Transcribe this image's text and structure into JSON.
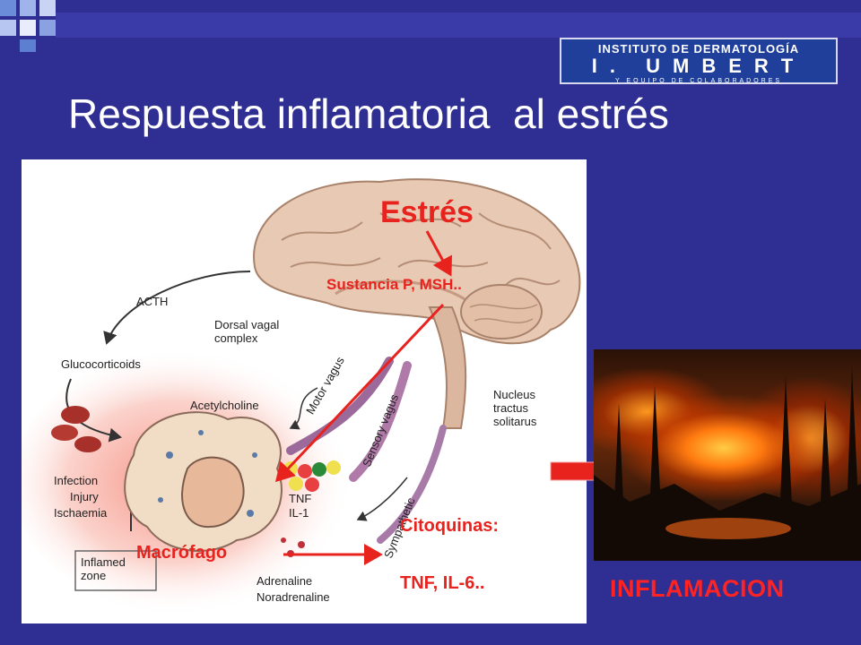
{
  "slide": {
    "title": "Respuesta inflamatoria  al estrés",
    "logo": {
      "line1": "INSTITUTO DE DERMATOLOGÍA",
      "line2": "I. UMBERT",
      "line3": "Y EQUIPO DE COLABORADORES"
    }
  },
  "diagram": {
    "labels": {
      "acth": "ACTH",
      "dorsal_vagal_complex": "Dorsal vagal complex",
      "glucocorticoids": "Glucocorticoids",
      "acetylcholine": "Acetylcholine",
      "motor_vagus": "Motor vagus",
      "sensory_vagus": "Sensory vagus",
      "nucleus_tractus_solitarus": "Nucleus tractus solitarus",
      "infection": "Infection",
      "injury": "Injury",
      "ischaemia": "Ischaemia",
      "tnf": "TNF",
      "il1": "IL-1",
      "sympathetic": "Sympathetic",
      "inflamed_zone": "Inflamed zone",
      "adrenaline": "Adrenaline",
      "noradrenaline": "Noradrenaline"
    },
    "annotations": {
      "estres": "Estrés",
      "sustancia": "Sustancia P, MSH..",
      "macrofago": "Macrófago",
      "citoquinas": "Citoquinas:",
      "tnf_il6": "TNF, IL-6.."
    }
  },
  "inflamacion": "INFLAMACION",
  "colors": {
    "background": "#2f2f93",
    "accent_red": "#e8231e",
    "title": "#ffffff"
  }
}
